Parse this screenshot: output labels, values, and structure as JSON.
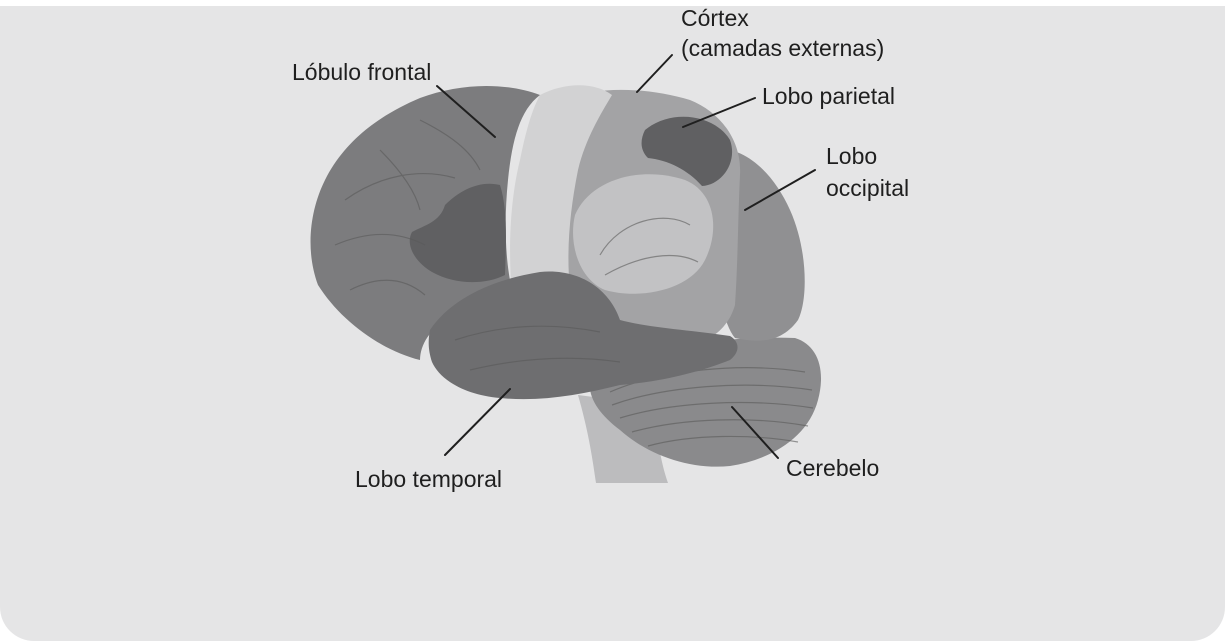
{
  "labels": {
    "frontal": "Lóbulo frontal",
    "cortex_line1": "Córtex",
    "cortex_line2": "(camadas externas)",
    "parietal": "Lobo parietal",
    "occipital_line1": "Lobo",
    "occipital_line2": "occipital",
    "temporal": "Lobo temporal",
    "cerebellum": "Cerebelo"
  },
  "colors": {
    "background": "#e5e5e6",
    "frontal": "#7c7c7e",
    "motor_strip": "#d2d2d3",
    "parietal": "#a3a3a5",
    "parietal_dark": "#606062",
    "occipital": "#909092",
    "temporal": "#6e6e70",
    "cerebellum": "#8a8a8c",
    "brainstem": "#bcbcbe"
  }
}
